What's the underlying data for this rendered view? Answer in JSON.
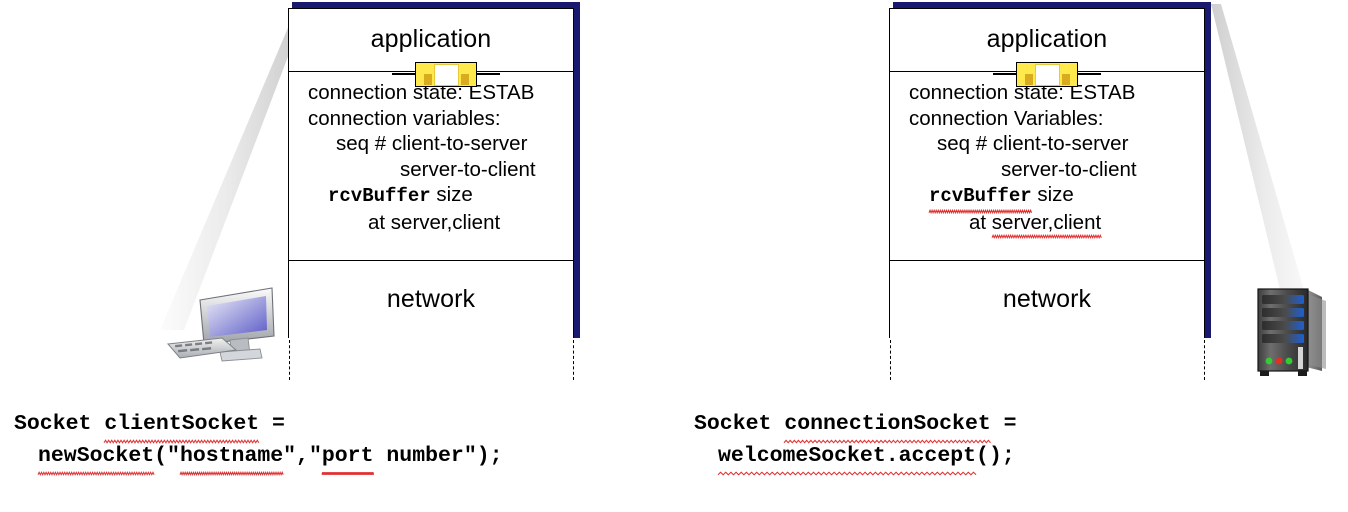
{
  "diagram": {
    "title": "TCP socket connection state diagram",
    "colors": {
      "frame_navy": "#191970",
      "socket_yellow": "#ffe94d",
      "socket_pin": "#d9ab1f",
      "spell_underline": "#e03030",
      "screen_blue": "#5b5bc8"
    },
    "panels": [
      {
        "id": "client",
        "layer_top_label": "application",
        "layer_bottom_label": "network",
        "socket_icon": "socket-icon",
        "machine_icon": "desktop-pc-icon",
        "variables": [
          {
            "text": "connection state: ESTAB",
            "indent": 0,
            "mono": false,
            "misspelled": false
          },
          {
            "text": "connection variables:",
            "indent": 0,
            "mono": false,
            "misspelled": false
          },
          {
            "text": "seq # client-to-server",
            "indent": 1,
            "mono": false,
            "misspelled": false
          },
          {
            "text": "server-to-client",
            "indent": 2,
            "mono": false,
            "misspelled": false
          },
          {
            "text": "rcvBuffer",
            "suffix": " size",
            "indent": 3,
            "mono": true,
            "misspelled": false
          },
          {
            "text": "at server,client",
            "indent": 4,
            "mono": false,
            "misspelled": false
          }
        ],
        "code_lines": [
          {
            "text": "Socket clientSocket =",
            "indent": 0
          },
          {
            "text": "newSocket(\"hostname\",\"port number\");",
            "indent": 1
          }
        ]
      },
      {
        "id": "server",
        "layer_top_label": "application",
        "layer_bottom_label": "network",
        "socket_icon": "socket-icon",
        "machine_icon": "server-tower-icon",
        "variables": [
          {
            "text": "connection state: ESTAB",
            "indent": 0,
            "mono": false,
            "misspelled": false
          },
          {
            "text": "connection Variables:",
            "indent": 0,
            "mono": false,
            "misspelled": false
          },
          {
            "text": "seq # client-to-server",
            "indent": 1,
            "mono": false,
            "misspelled": false
          },
          {
            "text": "server-to-client",
            "indent": 2,
            "mono": false,
            "misspelled": false
          },
          {
            "text": "rcvBuffer",
            "suffix": " size",
            "indent": 3,
            "mono": true,
            "misspelled": true
          },
          {
            "text": "at server,client",
            "indent": 4,
            "mono": false,
            "misspelled": true
          }
        ],
        "code_lines": [
          {
            "text": "Socket connectionSocket =",
            "indent": 0
          },
          {
            "text": "welcomeSocket.accept();",
            "indent": 1
          }
        ]
      }
    ]
  }
}
